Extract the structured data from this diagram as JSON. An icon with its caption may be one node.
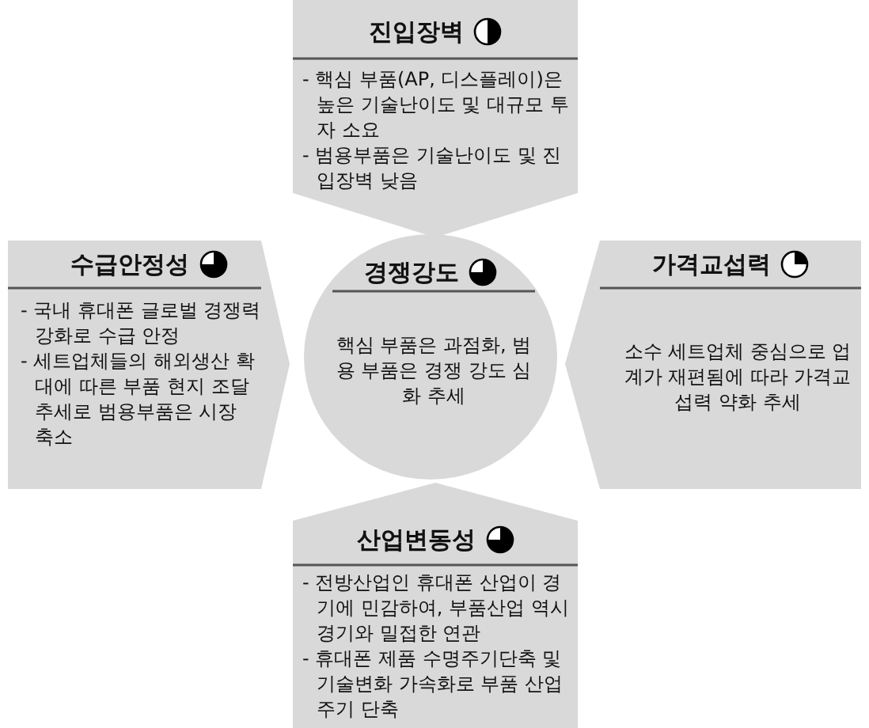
{
  "diagram": {
    "nodes": [
      {
        "text": [
          "진입장벽",
          "- 핵심 부품(AP, 디스플레이)은 높은 기술난이도 및 대규모 투자 소요",
          "- 범용부품은 기술난이도 및 진입장벽 낮음"
        ]
      },
      {
        "text": [
          "수급안정성",
          "- 국내 휴대폰 글로벌 경쟁력 강화로 수급 안정",
          "- 세트업체들의 해외생산 확대에 따른 부품 현지 조달 추세로 범용부품은 시장 축소"
        ]
      },
      {
        "text": [
          "경쟁강도",
          "핵심 부품은 과점화, 범용 부품은 경쟁 강도 심화 추세"
        ]
      },
      {
        "text": [
          "가격교섭력",
          "소수 세트업체 중심으로 업계가 재편됨에 따라 가격교섭력 약화 추세"
        ]
      },
      {
        "text": [
          "산업변동성",
          "- 전방산업인 휴대폰 산업이 경기에 민감하여, 부품산업 역시 경기와 밀접한 연관",
          "- 휴대폰 제품 수명주기단축 및 기술변화 가속화로 부품 산업 주기 단축"
        ]
      }
    ]
  }
}
